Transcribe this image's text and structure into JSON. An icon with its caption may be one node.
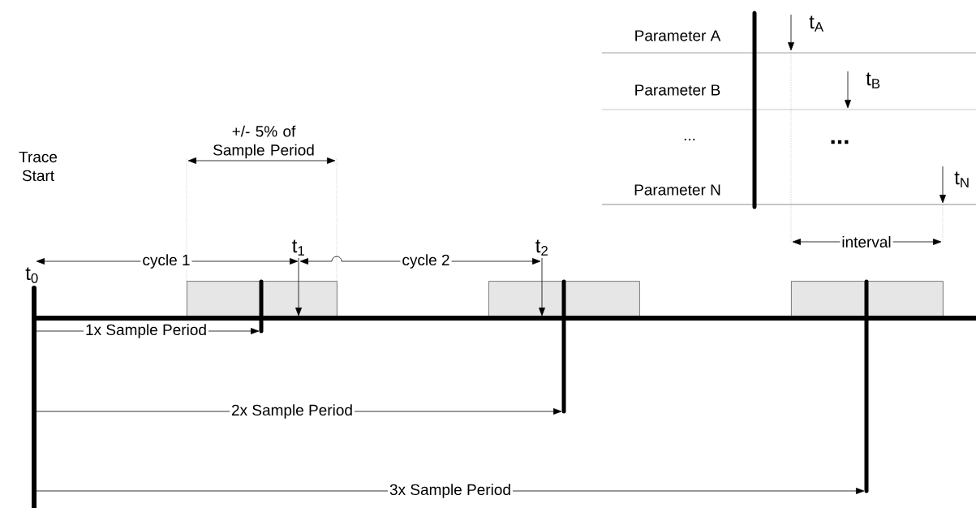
{
  "diagram": {
    "nodes": [
      {
        "text": [],
        "shape": "box"
      },
      {
        "text": [],
        "shape": "box"
      },
      {
        "text": [],
        "shape": "box"
      }
    ],
    "labels": [
      "Trace Start",
      "+/- 5% of Sample Period",
      "t$_{0}$",
      "t$_{1}$",
      "t$_{2}$",
      "cycle 1",
      "cycle 2",
      "1x Sample Period",
      "2x Sample Period",
      "3x Sample Period",
      "Parameter A",
      "t$_{A}$",
      "Parameter B",
      "t$_{B}$",
      "...",
      "...",
      "Parameter N",
      "t$_{N}$",
      "interval"
    ]
  }
}
